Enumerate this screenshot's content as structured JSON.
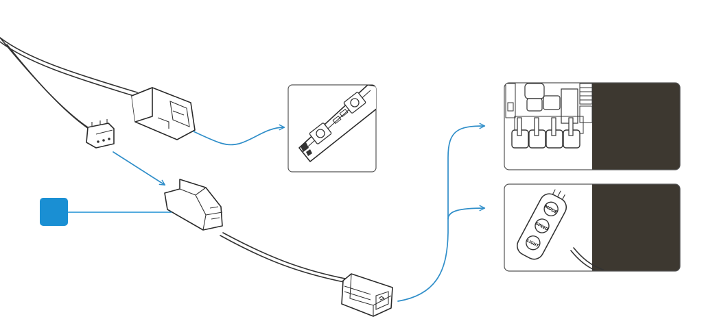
{
  "colors": {
    "accent": "#1a8fd3",
    "arrow": "#2f8ec9",
    "panel_dark": "#3d3830",
    "line": "#333333"
  },
  "controller": {
    "buttons": [
      "MODE",
      "SPEED",
      "LIGHT"
    ]
  }
}
